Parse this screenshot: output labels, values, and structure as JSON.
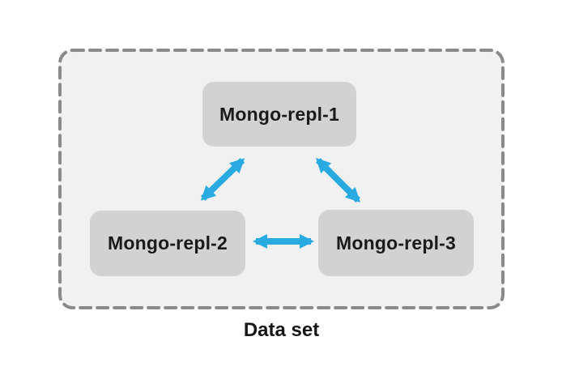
{
  "diagram": {
    "caption": "Data set",
    "nodes": [
      {
        "id": "mongo-repl-1",
        "label": "Mongo-repl-1"
      },
      {
        "id": "mongo-repl-2",
        "label": "Mongo-repl-2"
      },
      {
        "id": "mongo-repl-3",
        "label": "Mongo-repl-3"
      }
    ],
    "edges": [
      {
        "from": "mongo-repl-1",
        "to": "mongo-repl-2",
        "type": "bidirectional"
      },
      {
        "from": "mongo-repl-1",
        "to": "mongo-repl-3",
        "type": "bidirectional"
      },
      {
        "from": "mongo-repl-2",
        "to": "mongo-repl-3",
        "type": "bidirectional"
      }
    ],
    "colors": {
      "arrow": "#29abe2",
      "node_fill": "#d2d2d2",
      "container_fill": "#f1f1f2",
      "container_border": "#8a8a8a",
      "text": "#1a1a1a"
    }
  }
}
